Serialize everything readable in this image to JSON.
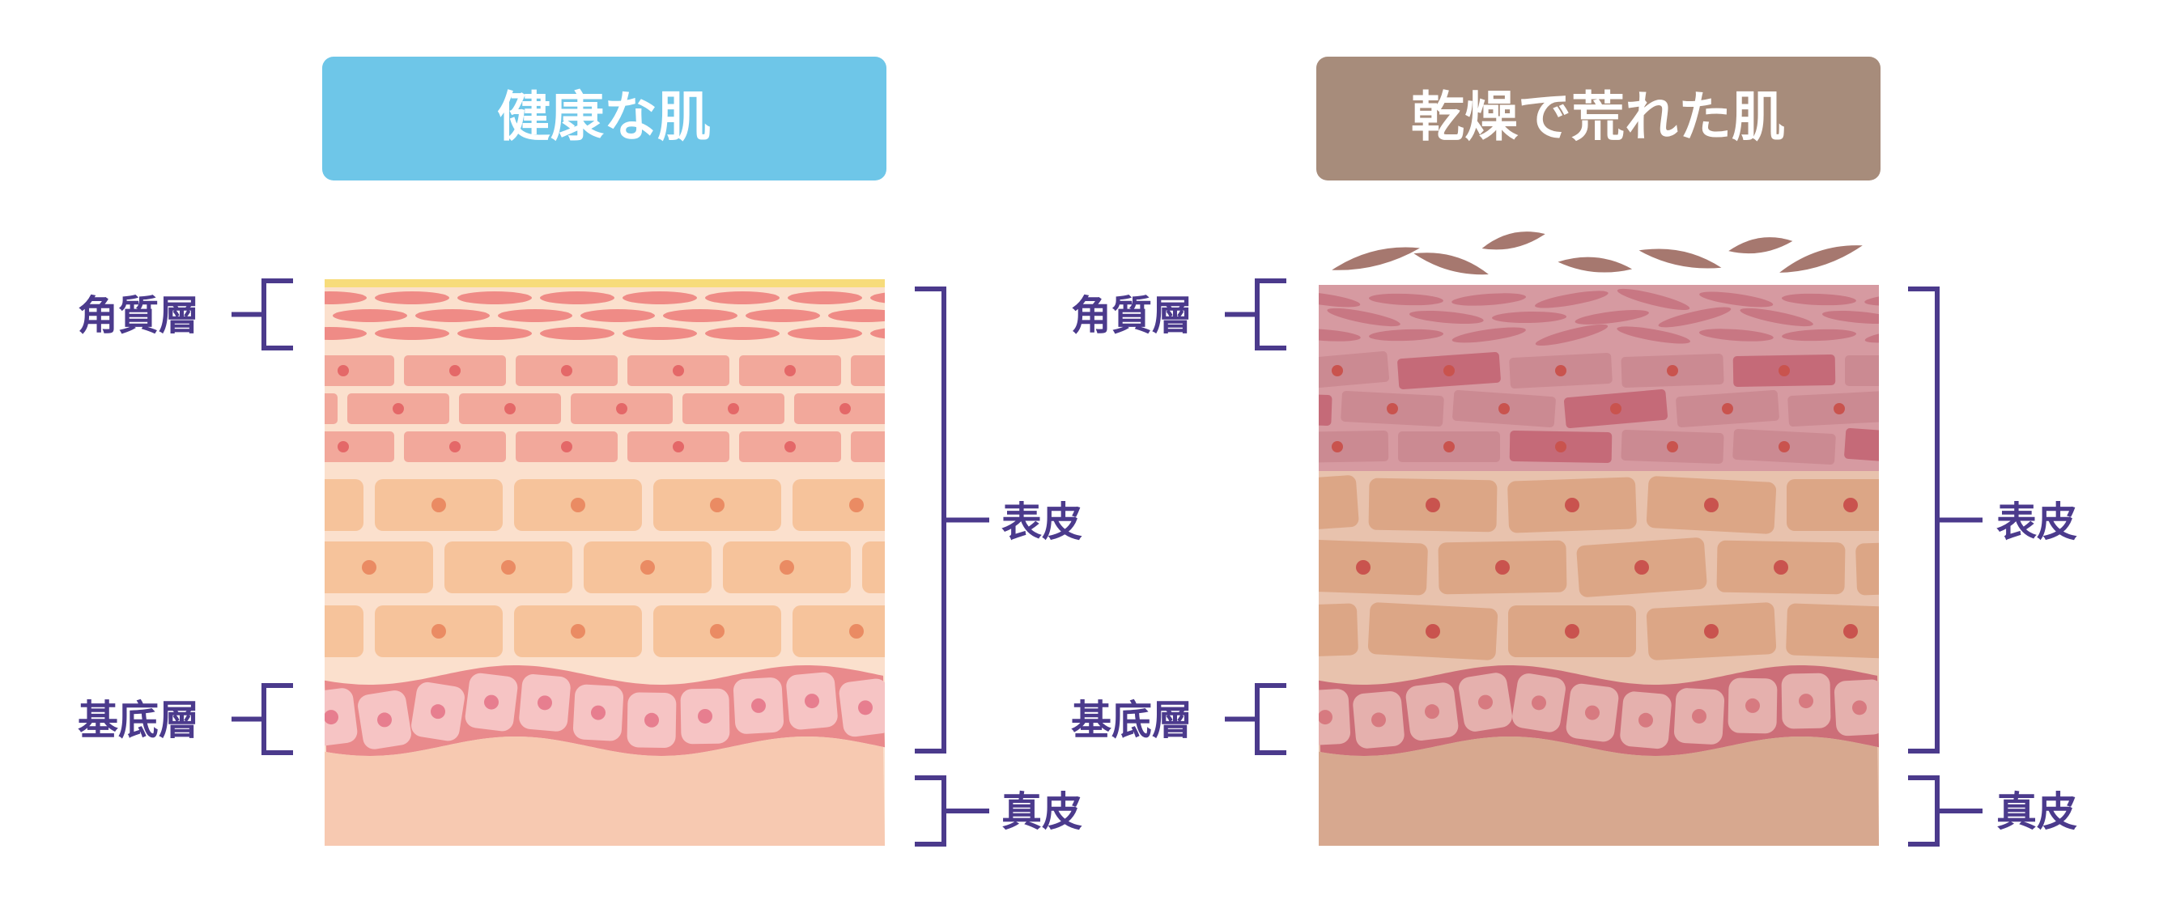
{
  "left_panel": {
    "title": "健康な肌",
    "title_color": "#6ec6e8",
    "labels": {
      "stratum_corneum": "角質層",
      "epidermis": "表皮",
      "basal_layer": "基底層",
      "dermis": "真皮"
    }
  },
  "right_panel": {
    "title": "乾燥で荒れた肌",
    "title_color": "#a78c7b",
    "labels": {
      "stratum_corneum": "角質層",
      "epidermis": "表皮",
      "basal_layer": "基底層",
      "dermis": "真皮"
    }
  },
  "colors": {
    "bracket": "#4b3a8c",
    "label_text": "#4b3a8c",
    "title_text": "#ffffff",
    "healthy_dermis": "#f7c9b1",
    "healthy_bg": "#fbe0cd",
    "healthy_corneum_cell": "#ef8b86",
    "healthy_granular_cell": "#f2a89b",
    "healthy_spinous_cell": "#f6c39b",
    "healthy_basal_band": "#e98a8c",
    "healthy_basal_cell": "#f6c4c4",
    "healthy_nucleus": "#e46868",
    "healthy_lipid": "#f7dc7b",
    "dry_dermis": "#d7a88f",
    "dry_bg": "#e8c2ad",
    "dry_corneum_bg": "#d69aa1",
    "dry_corneum_cell": "#c87783",
    "dry_granular_cell": "#cb8a92",
    "dry_granular_cell_dark": "#c56a78",
    "dry_spinous_cell": "#dca686",
    "dry_basal_band": "#cc6e78",
    "dry_basal_cell": "#e5b0ad",
    "dry_nucleus": "#c9534e",
    "flake": "#a6786f"
  }
}
